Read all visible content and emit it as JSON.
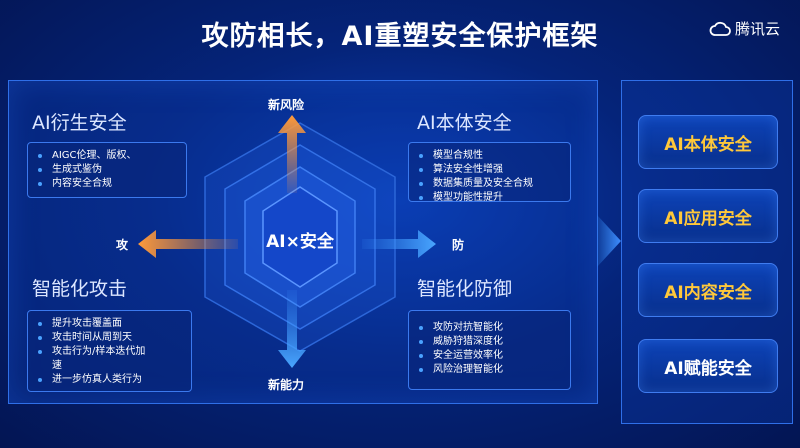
{
  "title": "攻防相长，AI重塑安全保护框架",
  "logo": {
    "text": "腾讯云",
    "icon": "cloud-icon"
  },
  "center": {
    "label": "AI×安全"
  },
  "arrows": {
    "up": "新风险",
    "down": "新能力",
    "left": "攻",
    "right": "防"
  },
  "quadrants": {
    "top_left": {
      "title": "AI衍生安全",
      "items": [
        "AIGC伦理、版权、",
        "生成式鉴伪",
        "内容安全合规"
      ]
    },
    "top_right": {
      "title": "AI本体安全",
      "items": [
        "模型合规性",
        "算法安全性增强",
        "数据集质量及安全合规",
        "模型功能性提升"
      ]
    },
    "bottom_left": {
      "title": "智能化攻击",
      "items": [
        "提升攻击覆盖面",
        "攻击时间从周到天",
        "攻击行为/样本迭代加",
        "速",
        "进一步仿真人类行为"
      ]
    },
    "bottom_right": {
      "title": "智能化防御",
      "items": [
        "攻防对抗智能化",
        "威胁狩猎深度化",
        "安全运营效率化",
        "风险治理智能化"
      ]
    }
  },
  "right_panel": {
    "buttons": [
      {
        "label": "AI本体安全",
        "color": "#ffc83a"
      },
      {
        "label": "AI应用安全",
        "color": "#ffc83a"
      },
      {
        "label": "AI内容安全",
        "color": "#ffc83a"
      },
      {
        "label": "AI赋能安全",
        "color": "#ffffff"
      }
    ]
  }
}
